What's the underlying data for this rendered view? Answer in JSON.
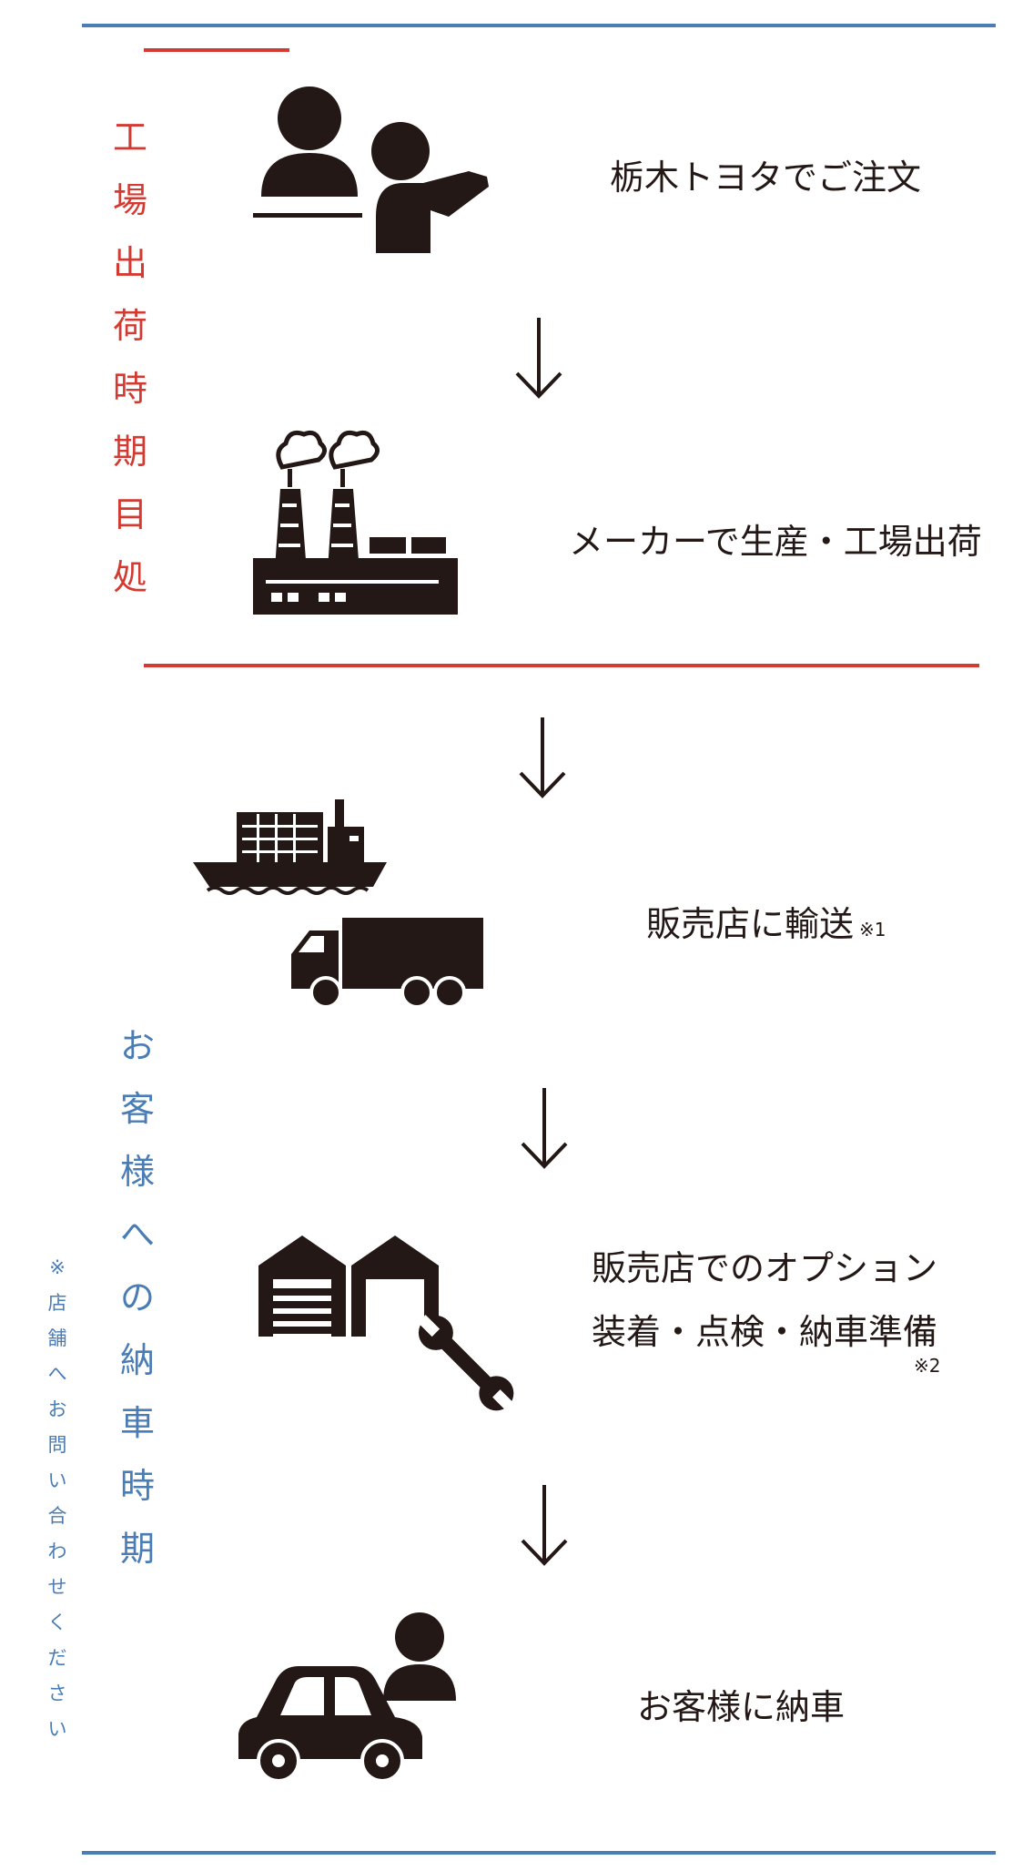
{
  "colors": {
    "blue": "#4a7db5",
    "red": "#d33a32",
    "ink": "#231815"
  },
  "side_labels": {
    "factory_period": [
      "工",
      "場",
      "出",
      "荷",
      "時",
      "期",
      "目",
      "処"
    ],
    "delivery_period": [
      "お",
      "客",
      "様",
      "へ",
      "の",
      "納",
      "車",
      "時",
      "期"
    ],
    "contact_note": [
      "※",
      "店",
      "舗",
      "へ",
      "お",
      "問",
      "い",
      "合",
      "わ",
      "せ",
      "く",
      "だ",
      "さ",
      "い"
    ]
  },
  "steps": {
    "order": "栃木トヨタでご注文",
    "manufacture": "メーカーで生産・工場出荷",
    "transport": "販売店に輸送",
    "transport_note": "※1",
    "prep_line1": "販売店でのオプション",
    "prep_line2": "装着・点検・納車準備",
    "prep_note": "※2",
    "deliver": "お客様に納車"
  },
  "icons": [
    "salesperson-icon",
    "factory-icon",
    "ship-icon",
    "truck-icon",
    "garage-icon",
    "wrench-icon",
    "car-icon",
    "customer-icon",
    "down-arrow-icon"
  ]
}
